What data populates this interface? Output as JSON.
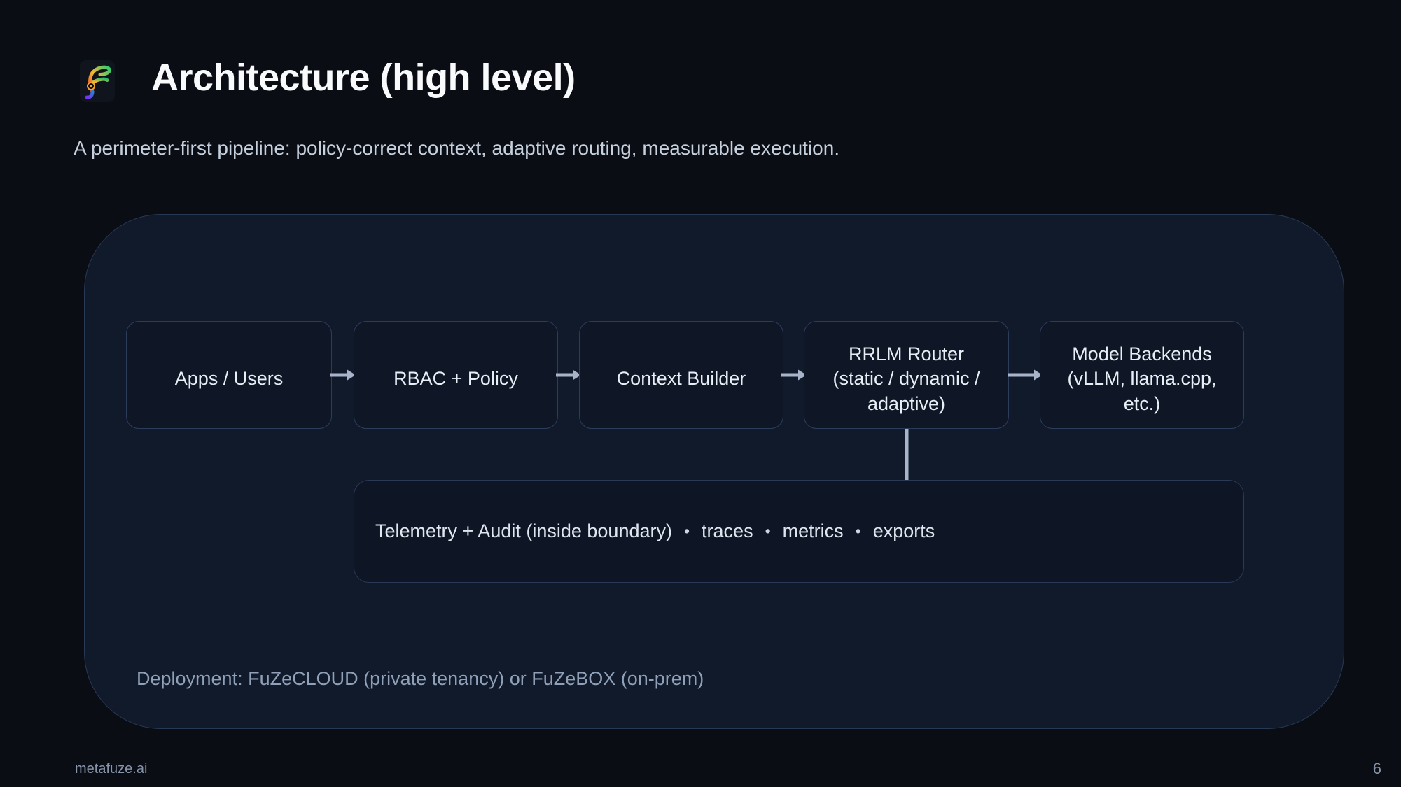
{
  "slide": {
    "title": "Architecture (high level)",
    "subtitle": "A perimeter-first pipeline: policy-correct context, adaptive routing, measurable execution."
  },
  "diagram": {
    "boxes": [
      {
        "label": "Apps / Users",
        "sublabel": ""
      },
      {
        "label": "RBAC + Policy",
        "sublabel": ""
      },
      {
        "label": "Context Builder",
        "sublabel": ""
      },
      {
        "label": "RRLM Router",
        "sublabel": "(static / dynamic / adaptive)"
      },
      {
        "label": "Model Backends",
        "sublabel": "(vLLM, llama.cpp, etc.)"
      }
    ],
    "telemetry": {
      "label": "Telemetry + Audit (inside boundary)",
      "separator": "•",
      "items": [
        "traces",
        "metrics",
        "exports"
      ]
    },
    "deployment": "Deployment: FuZeCLOUD (private tenancy) or FuZeBOX (on-prem)"
  },
  "footer": {
    "brand": "metafuze.ai",
    "page_number": "6"
  },
  "colors": {
    "page_bg": "#0a0d14",
    "boundary_bg": "#111a2b",
    "boundary_border": "#273a55",
    "box_bg": "#0f1726",
    "box_border": "#2c3d5c",
    "telemetry_bg": "#0e1524",
    "arrow": "#a7b4c9",
    "title_text": "#f8fafc",
    "subtitle_text": "#c6d0dd",
    "box_text": "#e8eef6",
    "muted_text": "#8fa0b8",
    "footer_text": "#8795aa",
    "logo_gradient": [
      "#e8452c",
      "#f7b731",
      "#2ecc71",
      "#7b2ff0",
      "#2980d9"
    ]
  }
}
